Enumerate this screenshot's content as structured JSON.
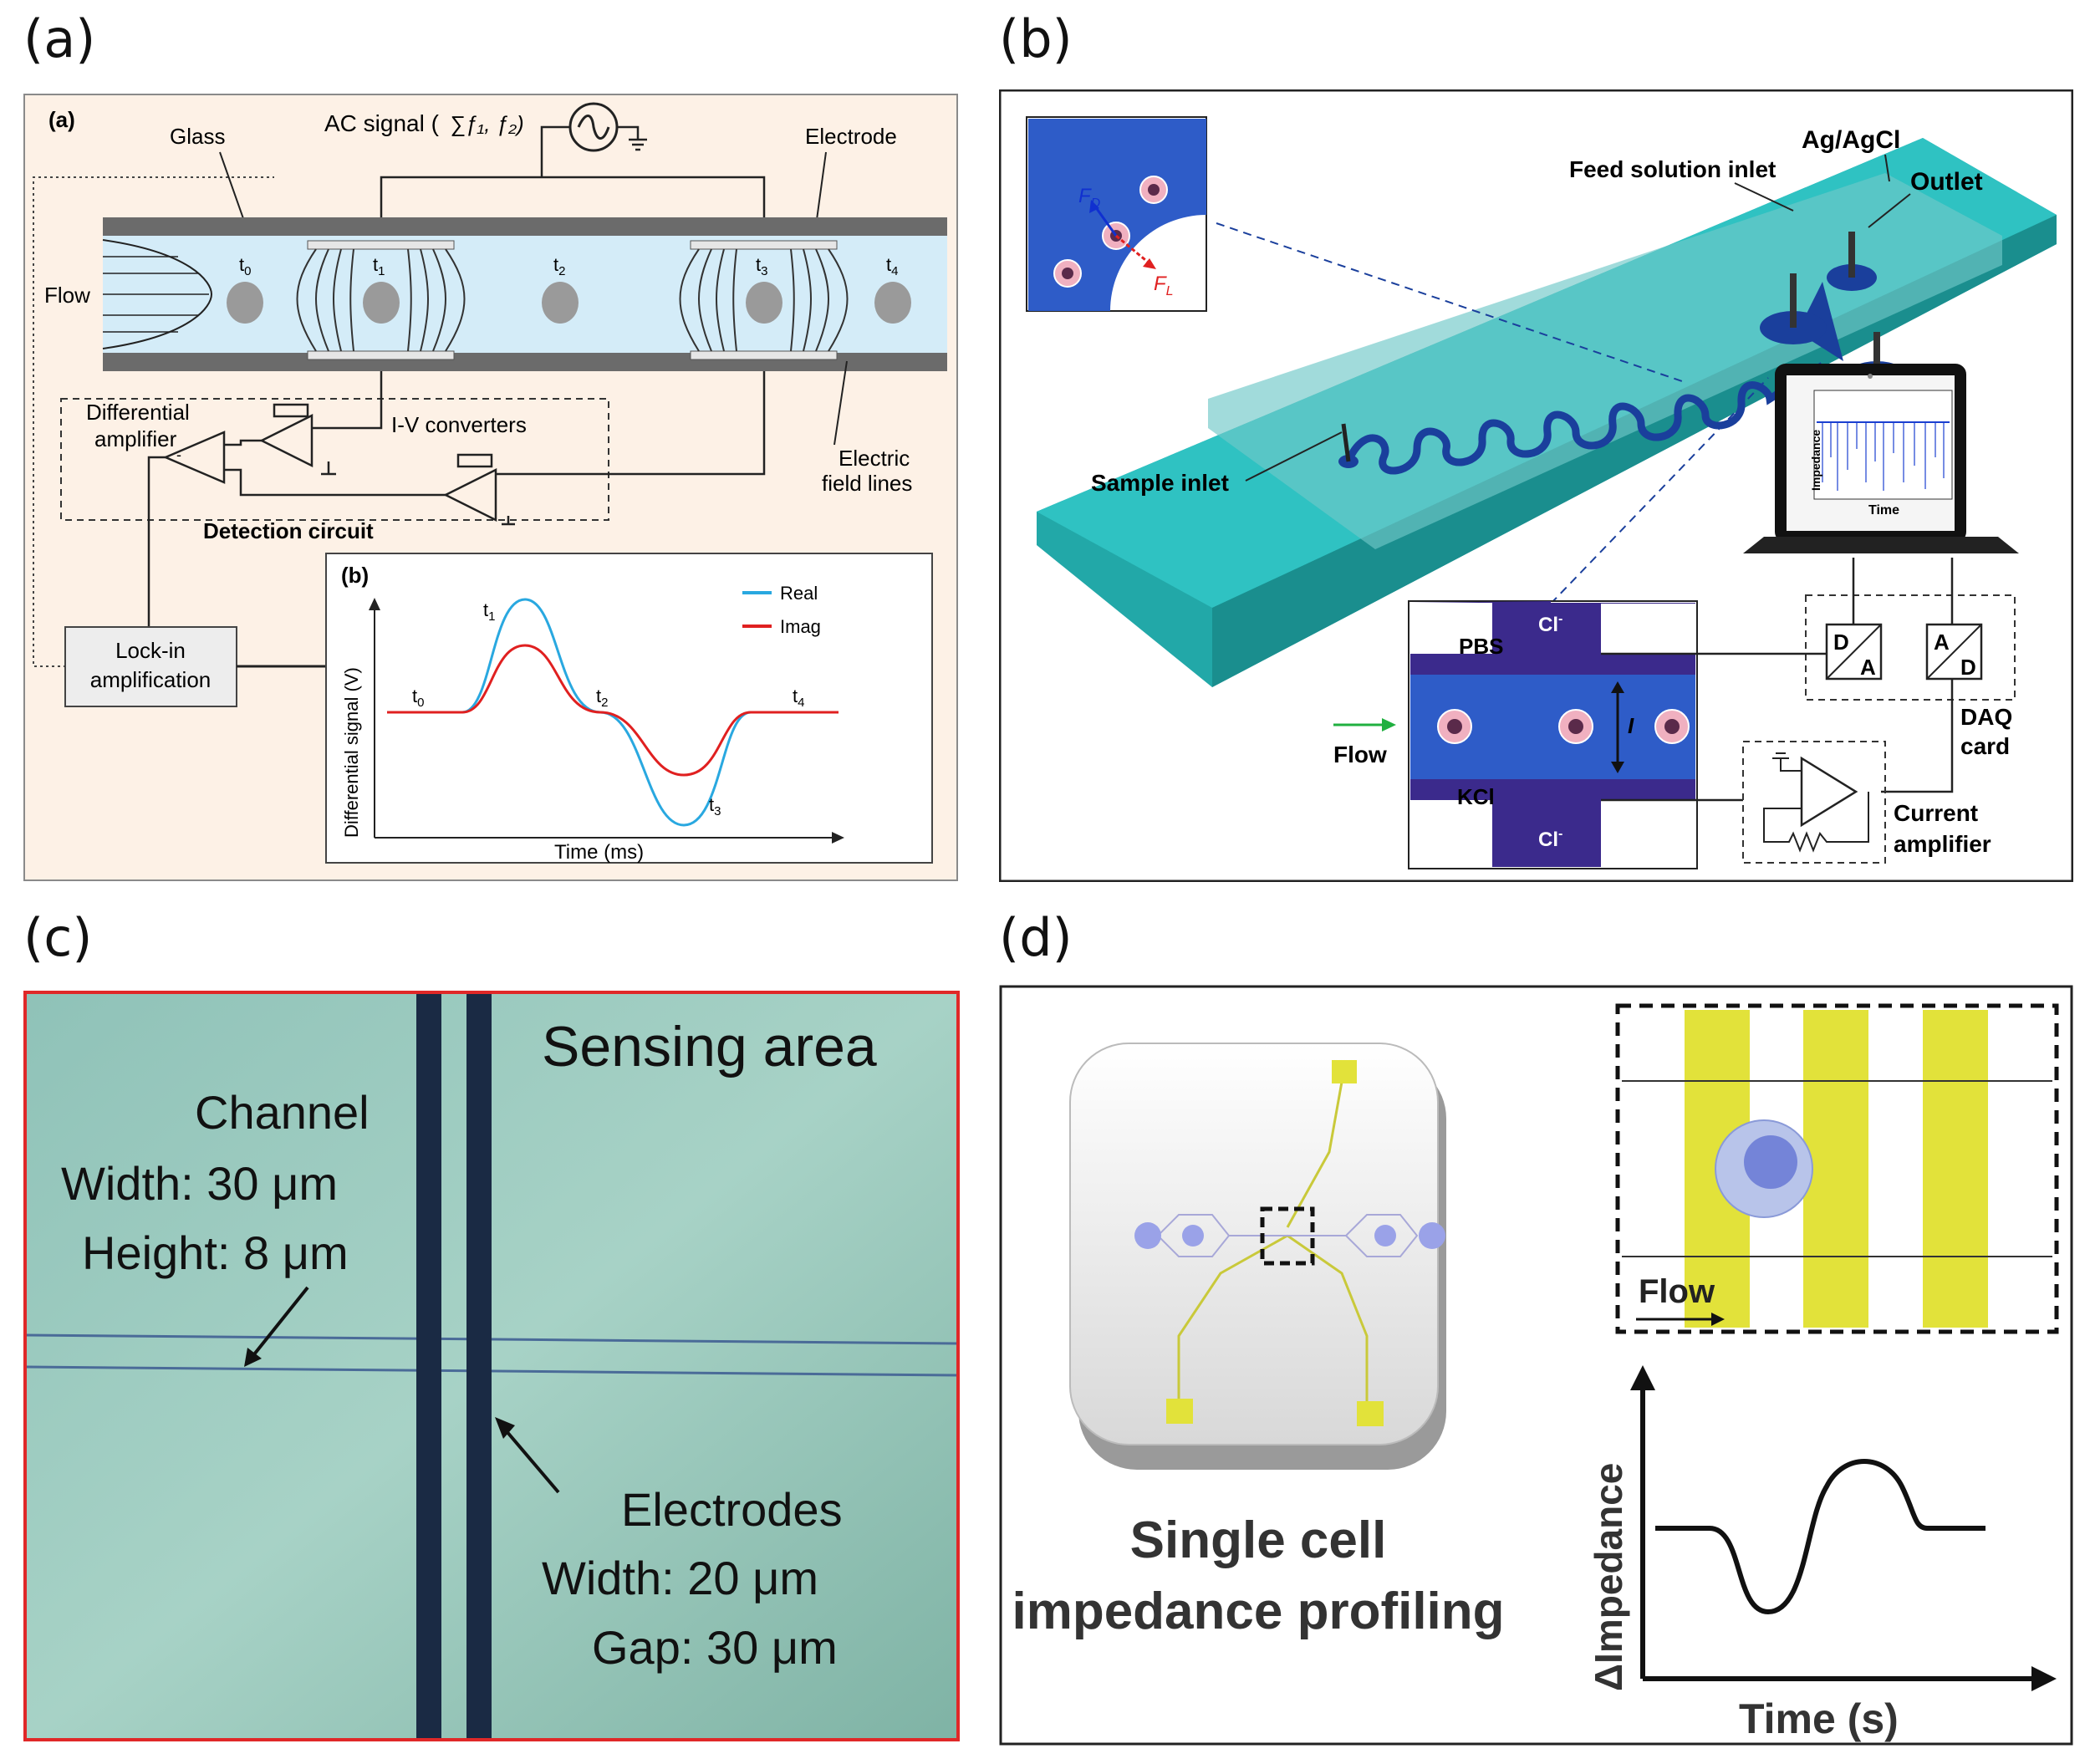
{
  "panel_labels": {
    "a": "(a)",
    "b": "(b)",
    "c": "(c)",
    "d": "(d)"
  },
  "panel_a": {
    "inner_label_a": "(a)",
    "ac_signal": "AC signal (",
    "ac_signal_formula": "∑ƒ₁, ƒ₂)",
    "glass": "Glass",
    "electrode": "Electrode",
    "flow": "Flow",
    "t0": "t",
    "t_sub": [
      "0",
      "1",
      "2",
      "3",
      "4"
    ],
    "electric_field_lines": [
      "Electric",
      "field lines"
    ],
    "differential_amplifier": [
      "Differential",
      "amplifier"
    ],
    "iv_converters": "I-V converters",
    "detection_circuit": "Detection circuit",
    "lockin": [
      "Lock-in",
      "amplification"
    ],
    "inner_label_b": "(b)",
    "legend": [
      "Real",
      "Imag"
    ],
    "ylabel": "Differential signal (V)",
    "xlabel": "Time (ms)",
    "colors": {
      "real": "#29a8e0",
      "imag": "#e02020",
      "bg": "#fdf1e6"
    }
  },
  "panel_b": {
    "ag": "Ag/AgCl",
    "feed": "Feed solution inlet",
    "outlet": "Outlet",
    "sample": "Sample inlet",
    "fd": "F",
    "fd_sub": "D",
    "fl": "F",
    "fl_sub": "L",
    "pbs": "PBS",
    "kcl": "KCl",
    "cl": "Cl",
    "cl_sup": "-",
    "current_i": "I",
    "flow": "Flow",
    "da": [
      "D",
      "A"
    ],
    "ad": [
      "A",
      "D"
    ],
    "daq": [
      "DAQ",
      "card"
    ],
    "current_amp": [
      "Current",
      "amplifier"
    ],
    "screen_ylabel": "Impedance",
    "screen_xlabel": "Time"
  },
  "panel_c": {
    "sensing": "Sensing area",
    "channel": [
      "Channel",
      "Width: 30 μm",
      "Height: 8 μm"
    ],
    "electrodes": [
      "Electrodes",
      "Width: 20 μm",
      "Gap: 30 μm"
    ]
  },
  "panel_d": {
    "title": [
      "Single cell",
      "impedance profiling"
    ],
    "flow": "Flow",
    "ylabel": "ΔImpedance",
    "xlabel": "Time (s)",
    "colors": {
      "electrode": "#e2e23a",
      "cell_outer": "#b8c4ea",
      "cell_inner": "#7484d8"
    }
  }
}
